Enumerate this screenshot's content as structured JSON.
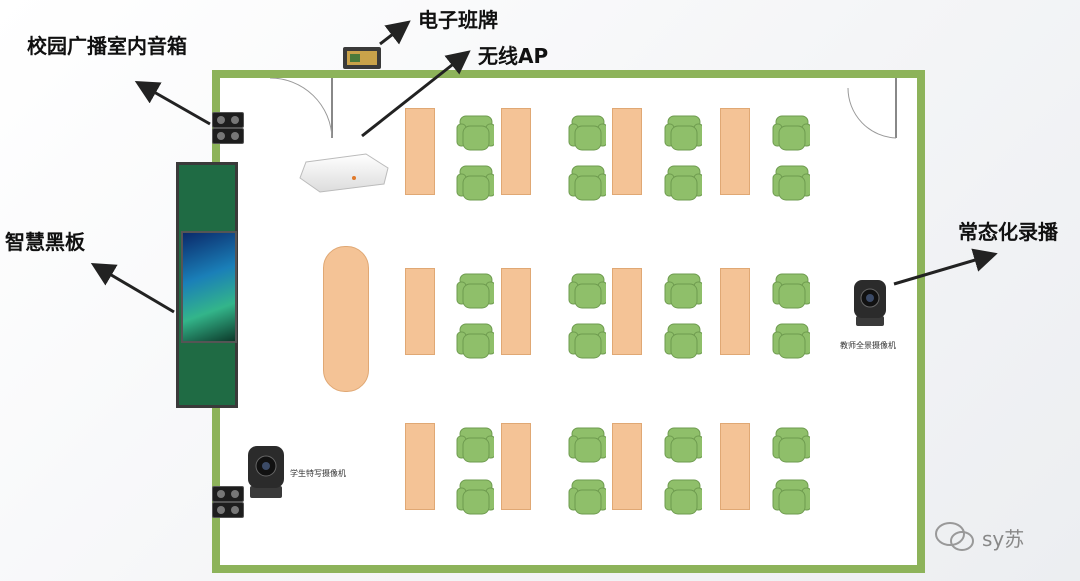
{
  "callouts": {
    "speaker": "校园广播室内音箱",
    "eboard": "电子班牌",
    "ap": "无线AP",
    "blackboard": "智慧黑板",
    "recording": "常态化录播"
  },
  "labels": {
    "teacher_camera": "教师全景摄像机",
    "student_camera": "学生特写摄像机"
  },
  "watermark": {
    "text": "sy苏"
  },
  "colors": {
    "wall": "#8db35a",
    "desk": "#f4c396",
    "chair": "#8fbf6a",
    "blackboard": "#1f6b44"
  }
}
